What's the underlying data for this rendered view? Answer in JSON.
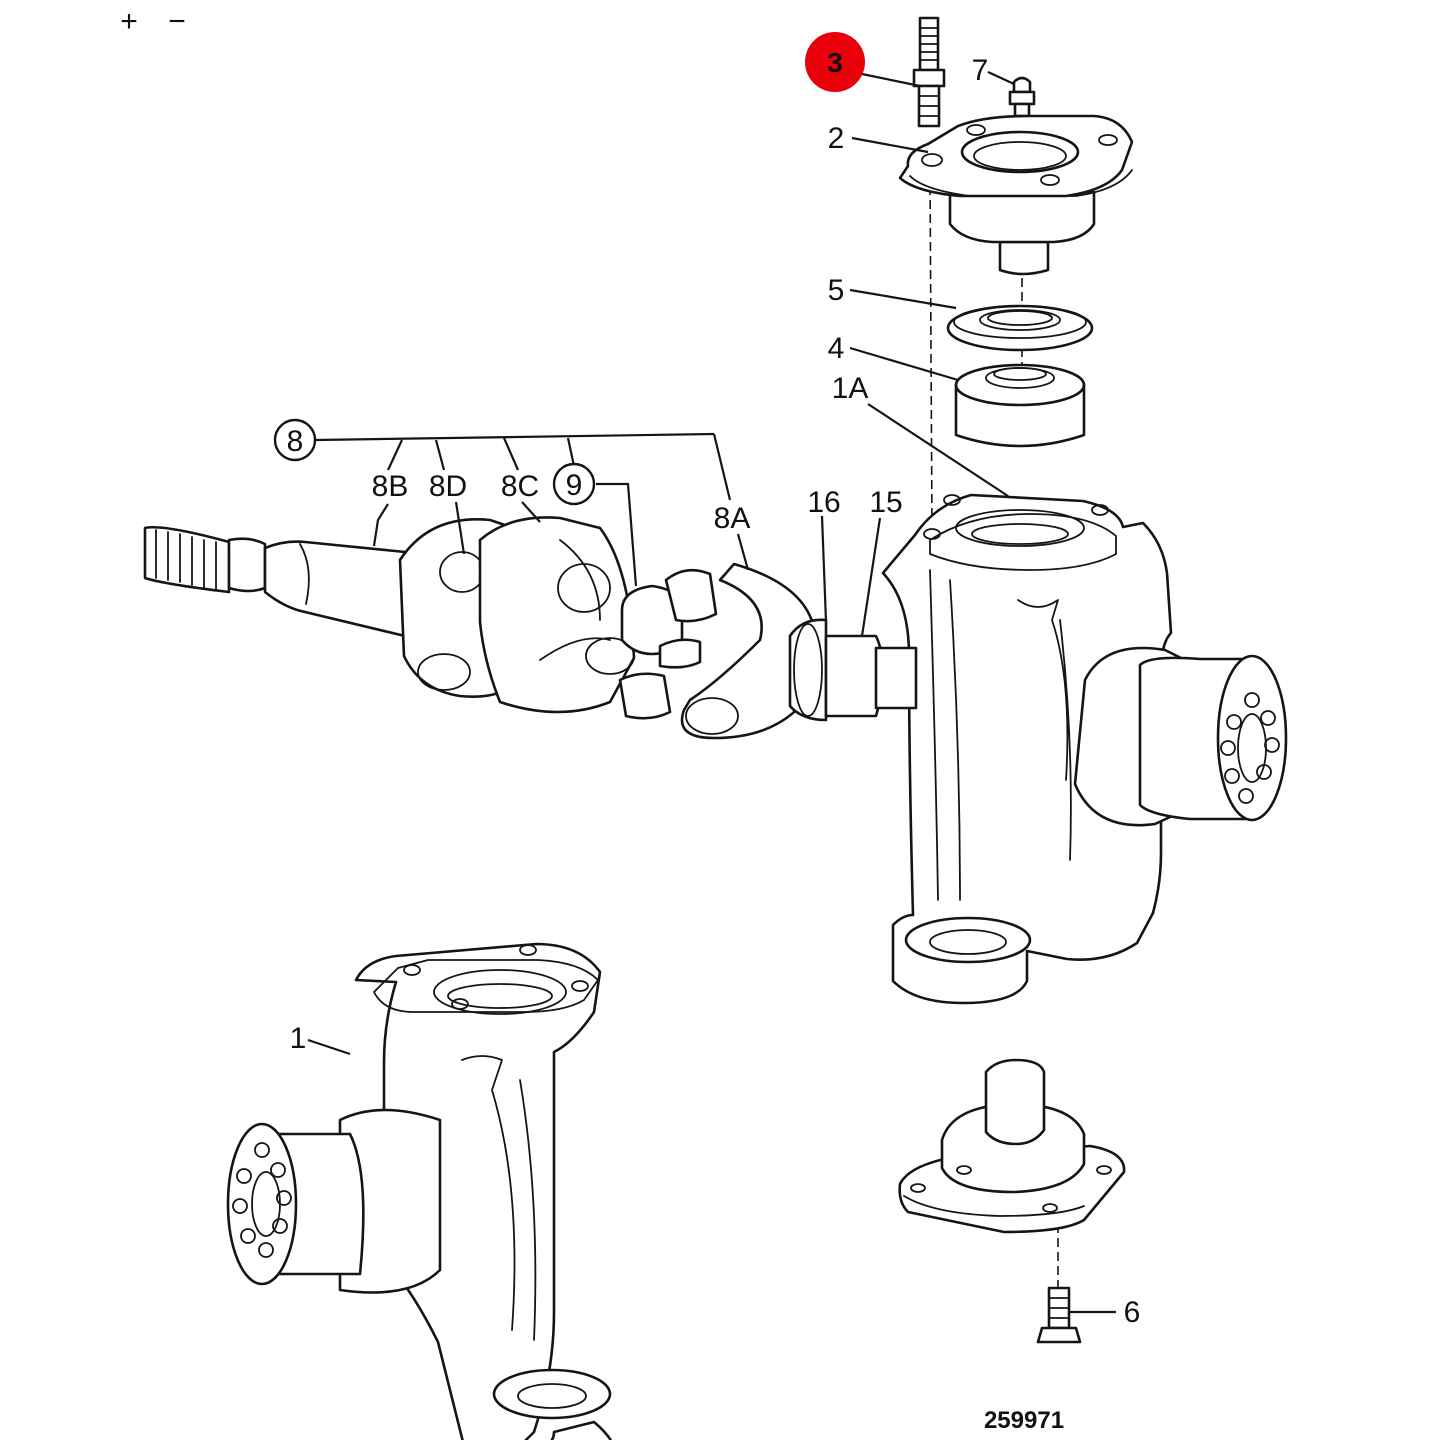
{
  "toolbar": {
    "zoom_in": "+",
    "zoom_out": "−"
  },
  "highlight_color": "#e8000b",
  "callouts": {
    "c3": "3",
    "c7": "7",
    "c2": "2",
    "c5": "5",
    "c4": "4",
    "c1A": "1A",
    "c8": "8",
    "c8B": "8B",
    "c8D": "8D",
    "c8C": "8C",
    "c9": "9",
    "c8A": "8A",
    "c16": "16",
    "c15": "15",
    "c1": "1",
    "c6": "6"
  },
  "figure_number": "259971"
}
